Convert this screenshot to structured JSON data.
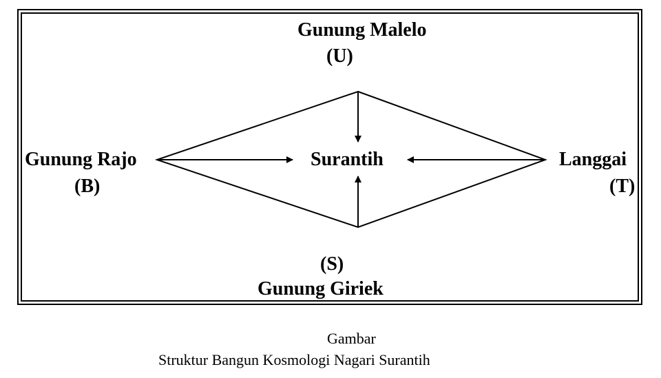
{
  "diagram": {
    "north": {
      "name": "Gunung Malelo",
      "code": "(U)"
    },
    "west": {
      "name": "Gunung Rajo",
      "code": "(B)"
    },
    "center": "Surantih",
    "east": {
      "name": "Langgai",
      "code": "(T)"
    },
    "south": {
      "code": "(S)",
      "name": "Gunung Giriek"
    }
  },
  "caption": {
    "line1": "Gambar",
    "line2": "Struktur Bangun Kosmologi Nagari Surantih"
  }
}
